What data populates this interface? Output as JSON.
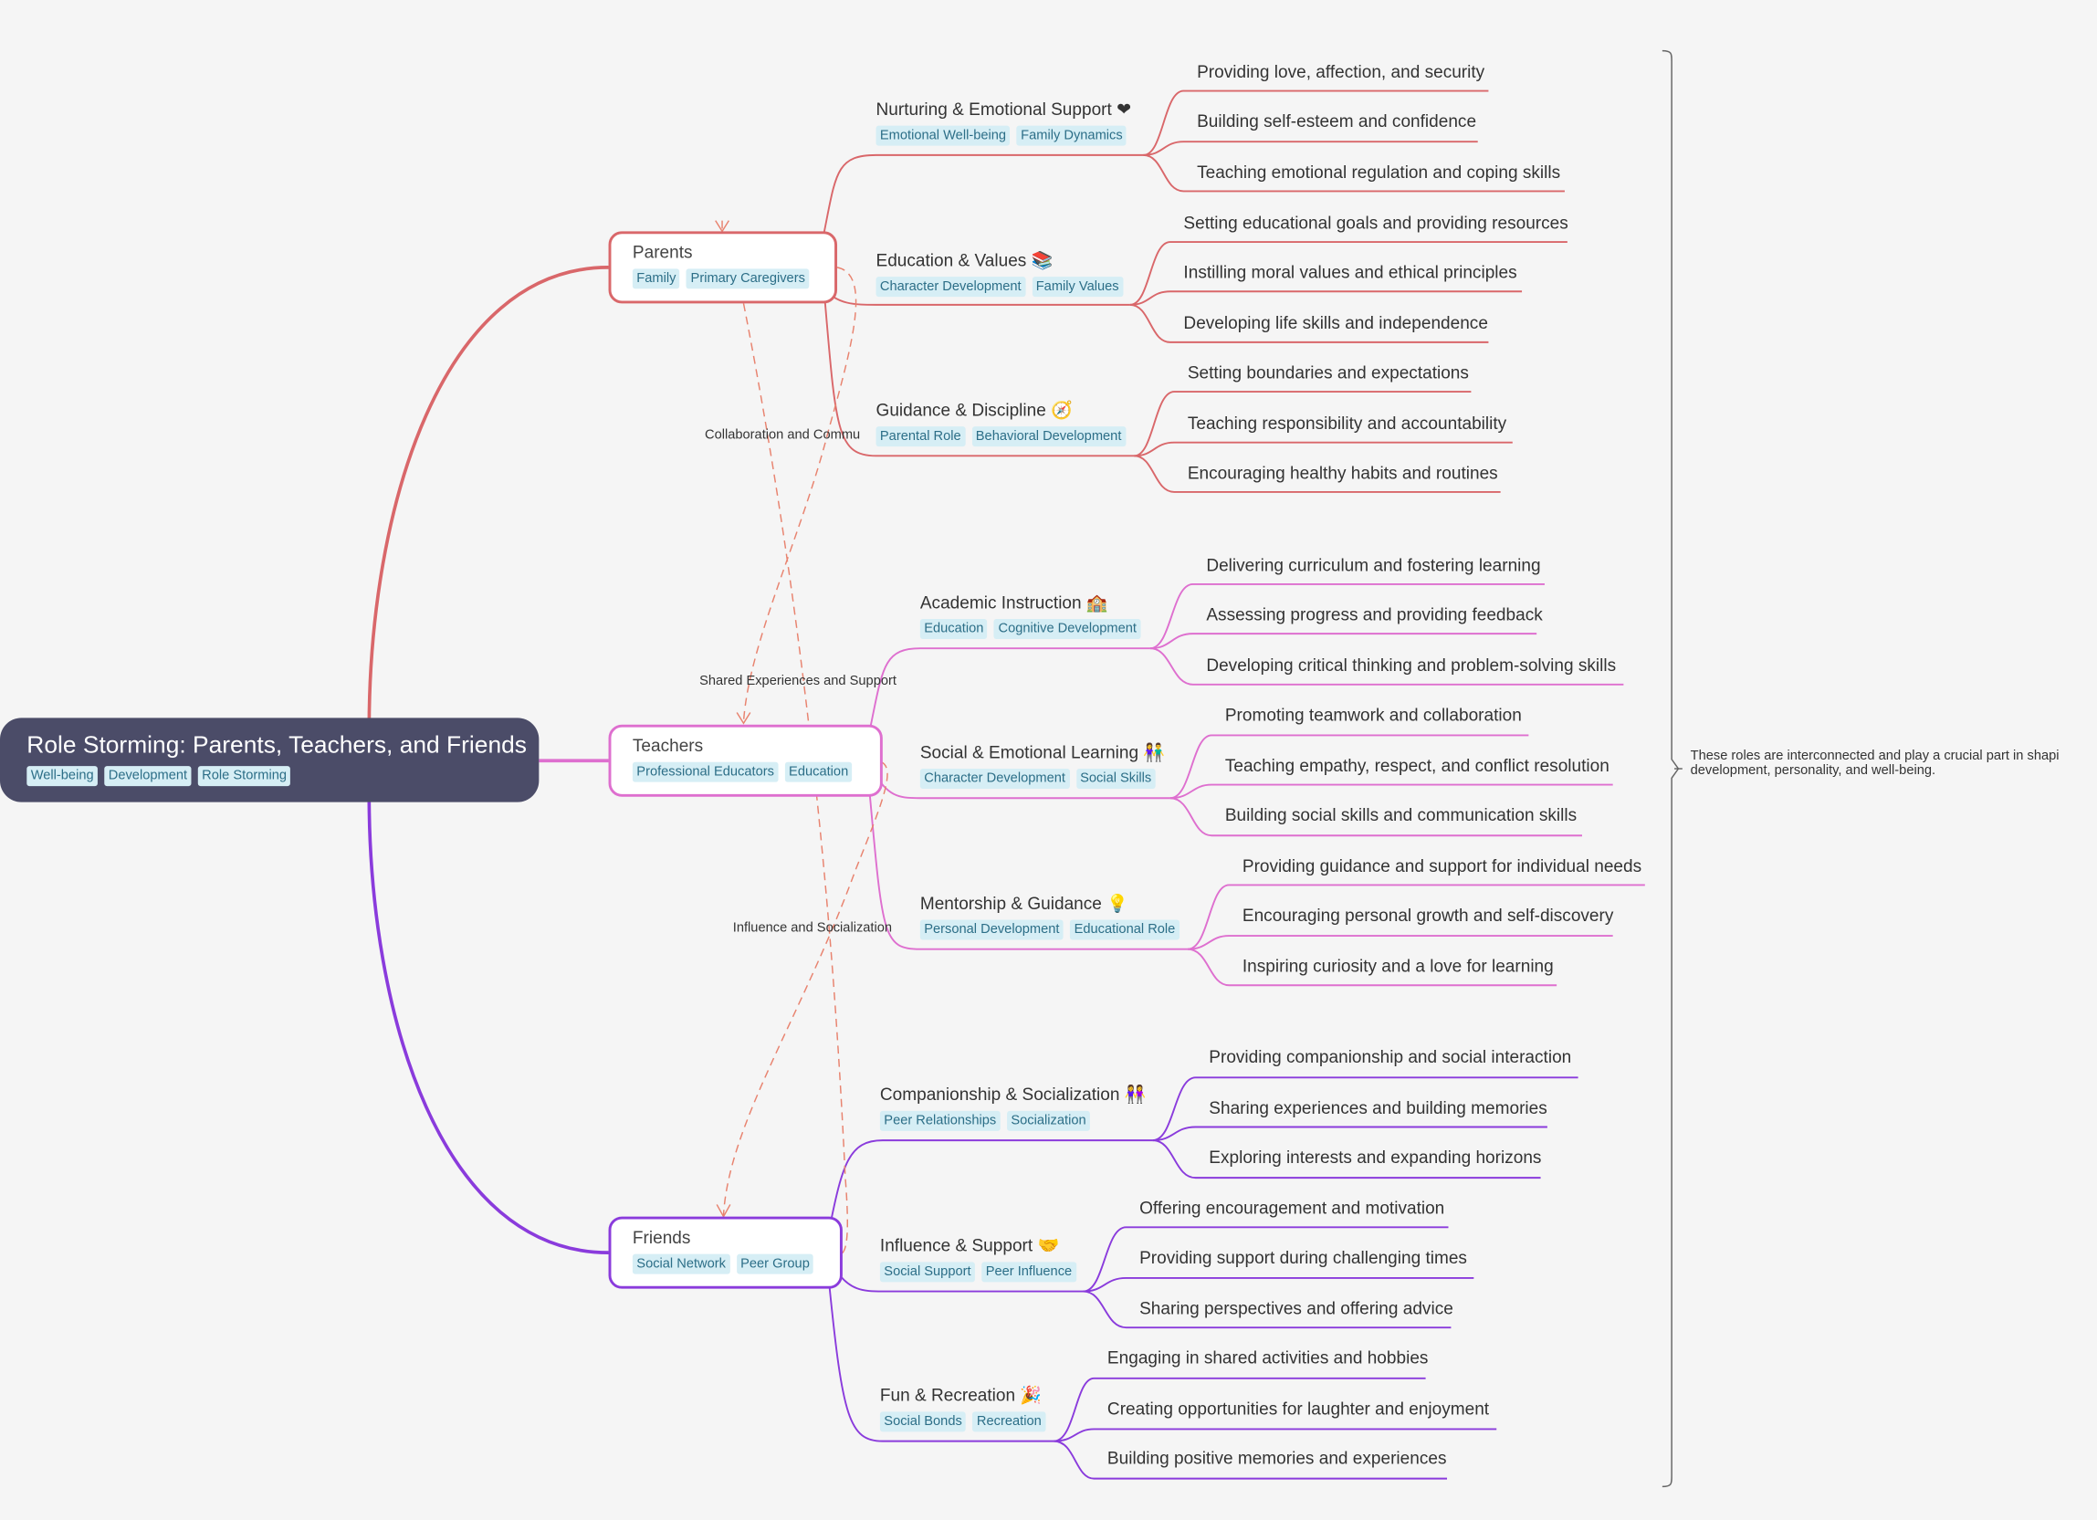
{
  "root": {
    "title": "Role Storming: Parents, Teachers, and Friends",
    "tags": [
      "Well-being",
      "Development",
      "Role Storming"
    ]
  },
  "colors": {
    "root_bg": "#4b4c68",
    "parents": "#d9676a",
    "teachers": "#de6fcf",
    "friends": "#8a3bdc",
    "relationship": "#e8836f",
    "tag_bg": "#d6eef5",
    "tag_text": "#2c6e87"
  },
  "topics": [
    {
      "title": "Parents",
      "tags": [
        "Family",
        "Primary Caregivers"
      ],
      "subtopics": [
        {
          "title": "Nurturing & Emotional Support ❤",
          "tags": [
            "Emotional Well-being",
            "Family Dynamics"
          ],
          "leaves": [
            "Providing love, affection, and security",
            "Building self-esteem and confidence",
            "Teaching emotional regulation and coping skills"
          ]
        },
        {
          "title": "Education & Values 📚",
          "tags": [
            "Character Development",
            "Family Values"
          ],
          "leaves": [
            "Setting educational goals and providing resources",
            "Instilling moral values and ethical principles",
            "Developing life skills and independence"
          ]
        },
        {
          "title": "Guidance & Discipline 🧭",
          "tags": [
            "Parental Role",
            "Behavioral Development"
          ],
          "leaves": [
            "Setting boundaries and expectations",
            "Teaching responsibility and accountability",
            "Encouraging healthy habits and routines"
          ]
        }
      ]
    },
    {
      "title": "Teachers",
      "tags": [
        "Professional Educators",
        "Education"
      ],
      "subtopics": [
        {
          "title": "Academic Instruction 🏫",
          "tags": [
            "Education",
            "Cognitive Development"
          ],
          "leaves": [
            "Delivering curriculum and fostering learning",
            "Assessing progress and providing feedback",
            "Developing critical thinking and problem-solving skills"
          ]
        },
        {
          "title": "Social & Emotional Learning 👫",
          "tags": [
            "Character Development",
            "Social Skills"
          ],
          "leaves": [
            "Promoting teamwork and collaboration",
            "Teaching empathy, respect, and conflict resolution",
            "Building social skills and communication skills"
          ]
        },
        {
          "title": "Mentorship & Guidance 💡",
          "tags": [
            "Personal Development",
            "Educational Role"
          ],
          "leaves": [
            "Providing guidance and support for individual needs",
            "Encouraging personal growth and self-discovery",
            "Inspiring curiosity and a love for learning"
          ]
        }
      ]
    },
    {
      "title": "Friends",
      "tags": [
        "Social Network",
        "Peer Group"
      ],
      "subtopics": [
        {
          "title": "Companionship & Socialization 👭",
          "tags": [
            "Peer Relationships",
            "Socialization"
          ],
          "leaves": [
            "Providing companionship and social interaction",
            "Sharing experiences and building memories",
            "Exploring interests and expanding horizons"
          ]
        },
        {
          "title": "Influence & Support 🤝",
          "tags": [
            "Social Support",
            "Peer Influence"
          ],
          "leaves": [
            "Offering encouragement and motivation",
            "Providing support during challenging times",
            "Sharing perspectives and offering advice"
          ]
        },
        {
          "title": "Fun & Recreation 🎉",
          "tags": [
            "Social Bonds",
            "Recreation"
          ],
          "leaves": [
            "Engaging in shared activities and hobbies",
            "Creating opportunities for laughter and enjoyment",
            "Building positive memories and experiences"
          ]
        }
      ]
    }
  ],
  "relationships": [
    "Collaboration and Commu",
    "Shared Experiences and Support",
    "Influence and Socialization"
  ],
  "summary": {
    "line1": "These roles are interconnected and play a crucial part in shapi",
    "line2": "development, personality, and well-being."
  }
}
